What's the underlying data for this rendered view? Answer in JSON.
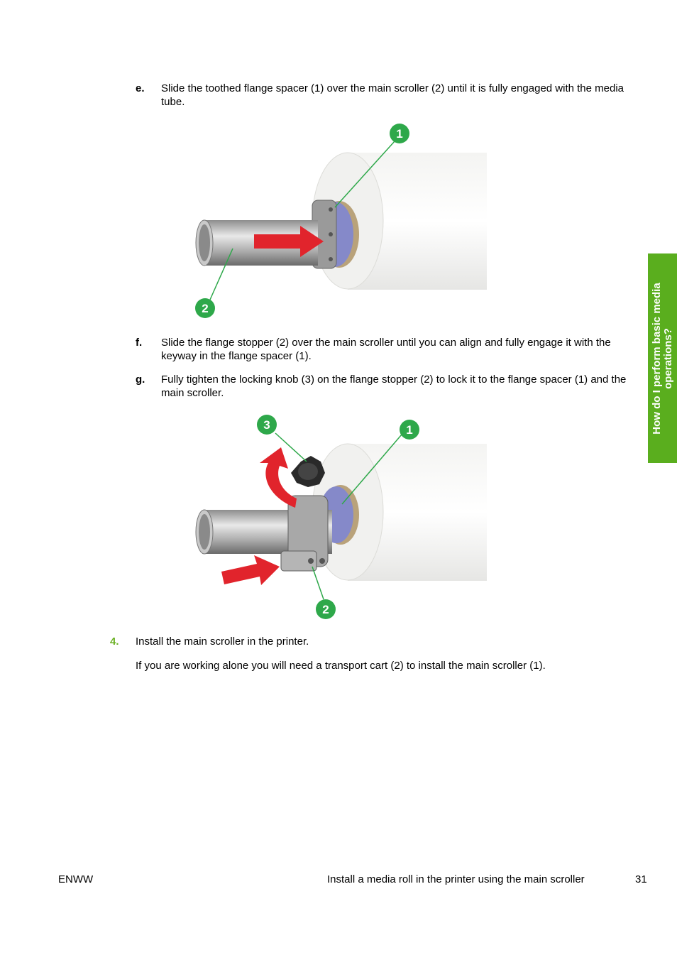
{
  "steps": {
    "e": {
      "label": "e.",
      "text": "Slide the toothed flange spacer (1) over the main scroller (2) until it is fully engaged with the media tube."
    },
    "f": {
      "label": "f.",
      "text": "Slide the flange stopper (2) over the main scroller until you can align and fully engage it with the keyway in the flange spacer (1)."
    },
    "g": {
      "label": "g.",
      "text": "Fully tighten the locking knob (3) on the flange stopper (2) to lock it to the flange spacer (1) and the main scroller."
    },
    "s4": {
      "label": "4.",
      "text": "Install the main scroller in the printer.",
      "note": "If you are working alone you will need a transport cart (2) to install the main scroller (1)."
    }
  },
  "figure1": {
    "callouts": [
      "1",
      "2"
    ]
  },
  "figure2": {
    "callouts": [
      "3",
      "1",
      "2"
    ]
  },
  "side_tab": "How do I perform basic media operations?",
  "footer": {
    "left": "ENWW",
    "center": "Install a media roll in the printer using the main scroller",
    "page": "31"
  },
  "colors": {
    "callout_green": "#2ea84a",
    "tab_green": "#5aae1e",
    "arrow_red": "#e1242c",
    "flange_blue": "#7b7fc4"
  }
}
